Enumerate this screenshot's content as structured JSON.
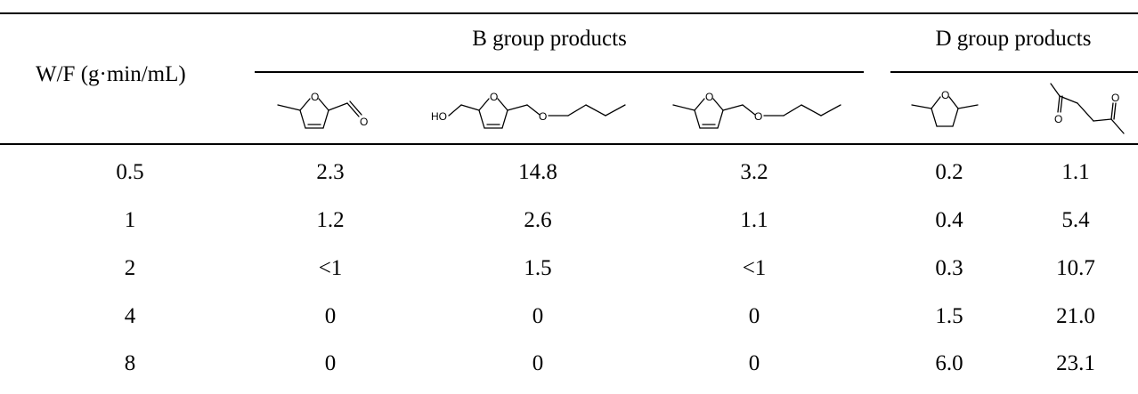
{
  "table": {
    "row_header": "W/F (g·min/mL)",
    "group_b": "B group products",
    "group_d": "D group products",
    "structures": [
      {
        "name": "5-methylfurfural",
        "labels": [
          "O",
          "O"
        ]
      },
      {
        "name": "5-(propoxymethyl)furfuryl alcohol",
        "labels": [
          "HO",
          "O",
          "O"
        ]
      },
      {
        "name": "2-methyl-5-(propoxymethyl)furan",
        "labels": [
          "O",
          "O"
        ]
      },
      {
        "name": "2,5-dimethyltetrahydrofuran",
        "labels": [
          "O"
        ]
      },
      {
        "name": "2,5-hexanedione",
        "labels": [
          "O",
          "O"
        ]
      }
    ],
    "rows": [
      {
        "wf": "0.5",
        "values": [
          "2.3",
          "14.8",
          "3.2",
          "0.2",
          "1.1"
        ]
      },
      {
        "wf": "1",
        "values": [
          "1.2",
          "2.6",
          "1.1",
          "0.4",
          "5.4"
        ]
      },
      {
        "wf": "2",
        "values": [
          "<1",
          "1.5",
          "<1",
          "0.3",
          "10.7"
        ]
      },
      {
        "wf": "4",
        "values": [
          "0",
          "0",
          "0",
          "1.5",
          "21.0"
        ]
      },
      {
        "wf": "8",
        "values": [
          "0",
          "0",
          "0",
          "6.0",
          "23.1"
        ]
      }
    ]
  }
}
